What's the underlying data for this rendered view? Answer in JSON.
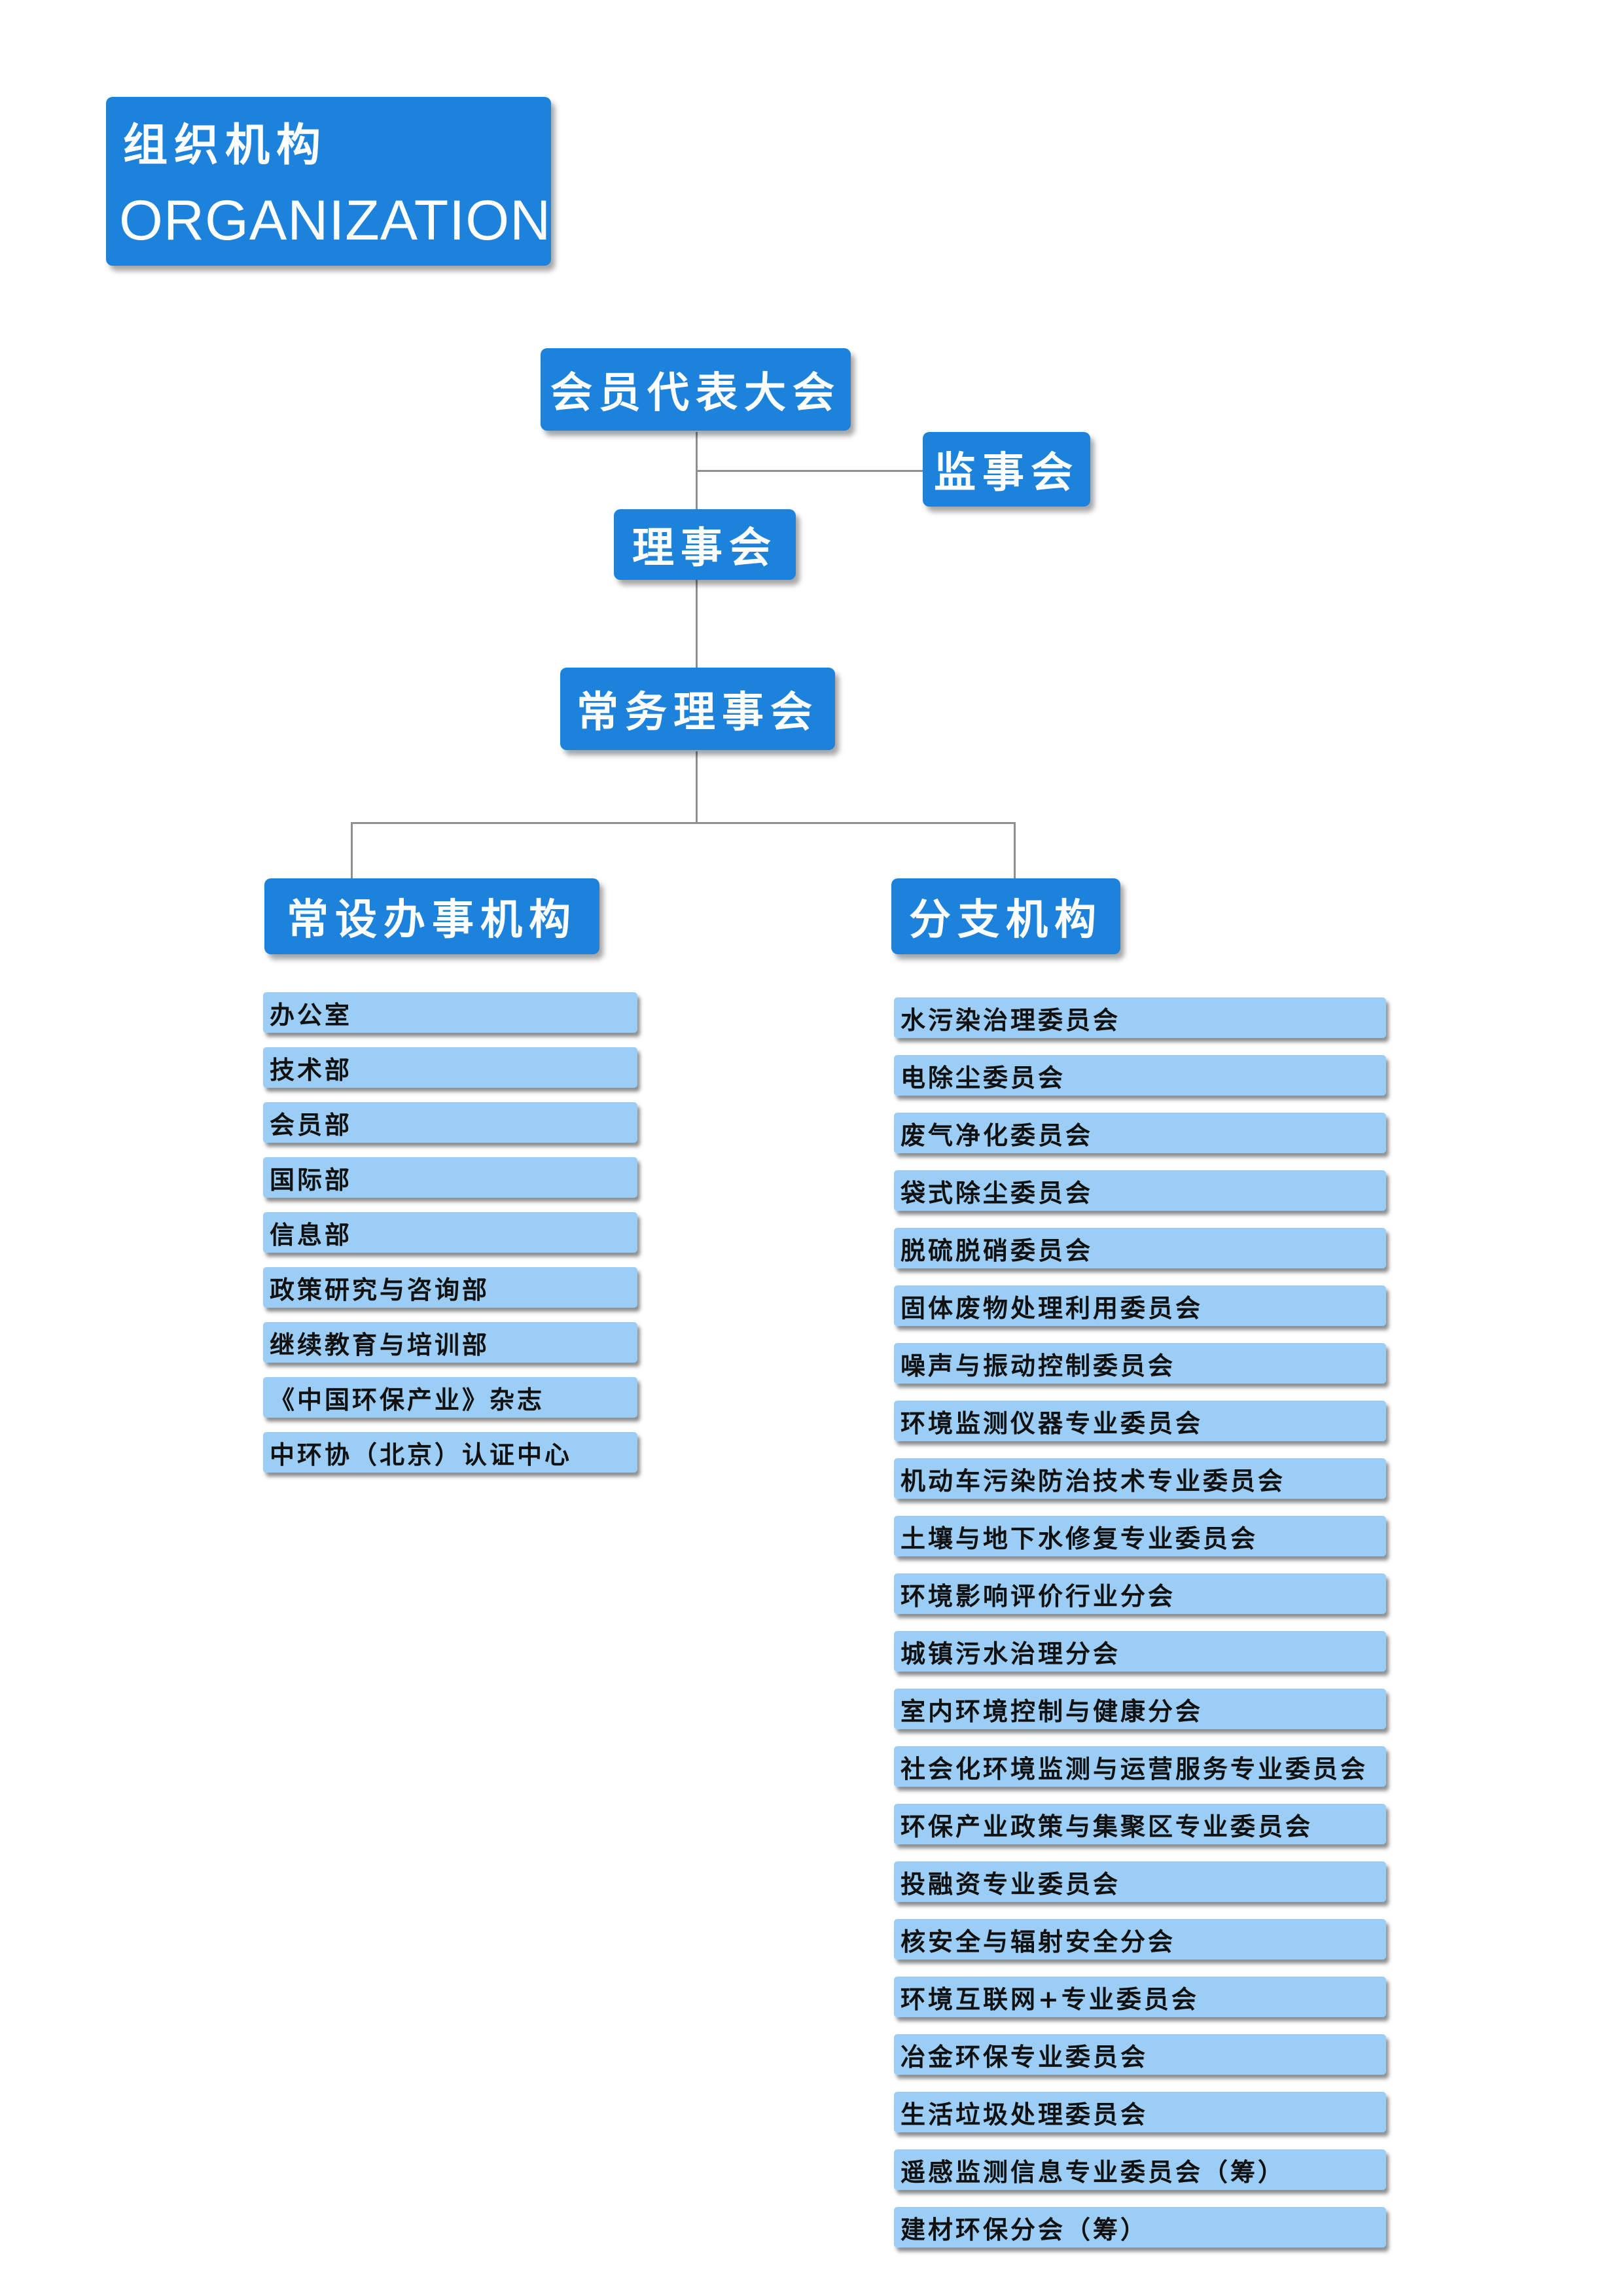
{
  "header": {
    "title_cn": "组织机构",
    "title_en": "ORGANIZATION"
  },
  "org": {
    "congress": "会员代表大会",
    "supervisory_board": "监事会",
    "council": "理事会",
    "standing_council": "常务理事会",
    "permanent_office": "常设办事机构",
    "branches": "分支机构"
  },
  "permanent_office_items": [
    "办公室",
    "技术部",
    "会员部",
    "国际部",
    "信息部",
    "政策研究与咨询部",
    "继续教育与培训部",
    "《中国环保产业》杂志",
    "中环协（北京）认证中心"
  ],
  "branch_items": [
    "水污染治理委员会",
    "电除尘委员会",
    "废气净化委员会",
    "袋式除尘委员会",
    "脱硫脱硝委员会",
    "固体废物处理利用委员会",
    "噪声与振动控制委员会",
    "环境监测仪器专业委员会",
    "机动车污染防治技术专业委员会",
    "土壤与地下水修复专业委员会",
    "环境影响评价行业分会",
    "城镇污水治理分会",
    "室内环境控制与健康分会",
    "社会化环境监测与运营服务专业委员会",
    "环保产业政策与集聚区专业委员会",
    "投融资专业委员会",
    "核安全与辐射安全分会",
    "环境互联网+专业委员会",
    "冶金环保专业委员会",
    "生活垃圾处理委员会",
    "遥感监测信息专业委员会（筹）",
    "建材环保分会（筹）"
  ],
  "colors": {
    "node_blue": "#1d82dc",
    "item_light_blue": "#9ccdf4",
    "connector_gray": "#8f8f8f"
  }
}
